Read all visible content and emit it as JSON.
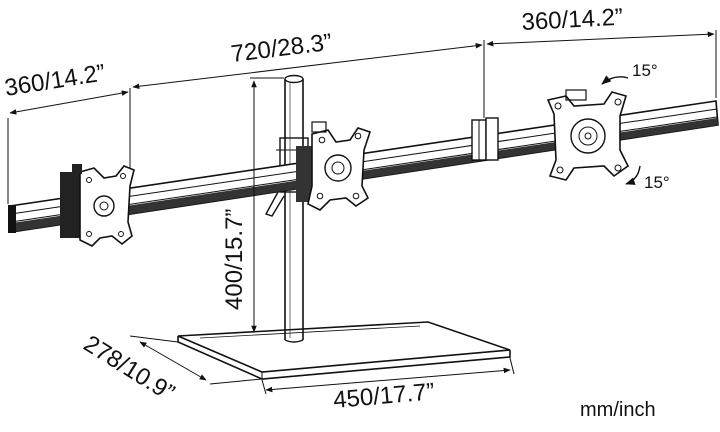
{
  "dimensions": {
    "left_arm": "360/14.2”",
    "total_width": "720/28.3”",
    "right_arm": "360/14.2”",
    "pole_height": "400/15.7”",
    "base_depth": "278/10.9”",
    "base_width": "450/17.7”"
  },
  "tilt": {
    "up": "15°",
    "down": "15°"
  },
  "units_label": "mm/inch",
  "icons": {
    "monitor_plate": "vesa-plate-icon",
    "arrow": "rotation-arrow-icon"
  }
}
